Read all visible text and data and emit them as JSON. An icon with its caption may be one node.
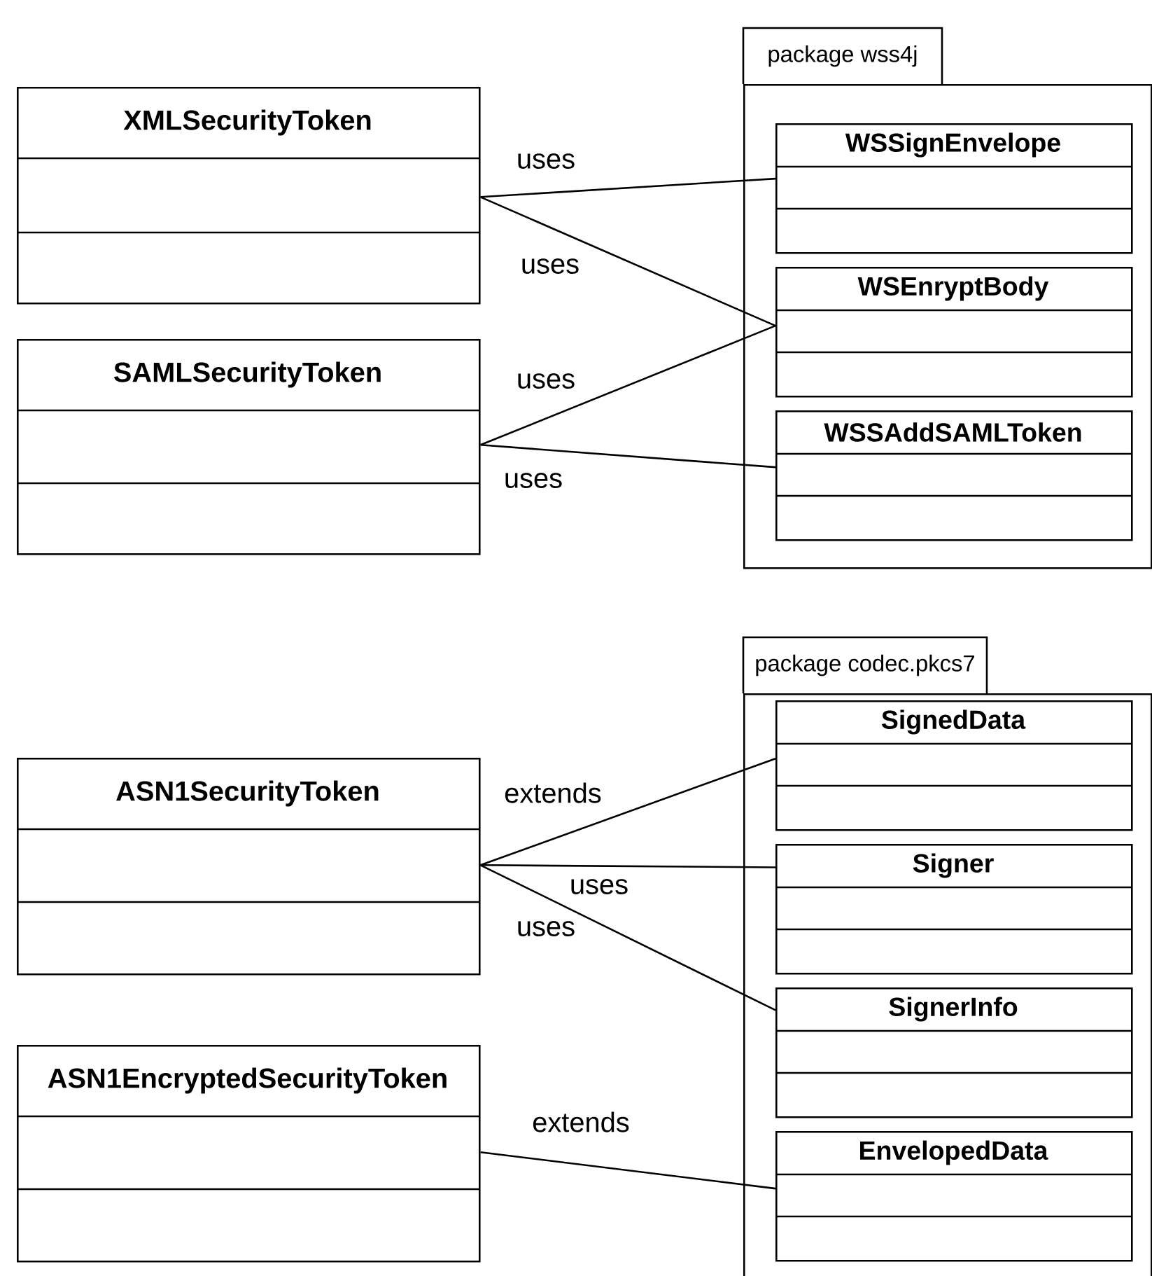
{
  "diagram": {
    "nodes": [
      {
        "text": [
          "XMLSecurityToken"
        ]
      },
      {
        "text": [
          "SAMLSecurityToken"
        ]
      },
      {
        "text": [
          "package wss4j"
        ]
      },
      {
        "text": [
          "WSSignEnvelope"
        ],
        "in": 2
      },
      {
        "text": [
          "WSEnryptBody"
        ],
        "in": 2
      },
      {
        "text": [
          "WSSAddSAMLToken"
        ],
        "in": 2
      },
      {
        "text": [
          "ASN1SecurityToken"
        ]
      },
      {
        "text": [
          "ASN1EncryptedSecurityToken"
        ]
      },
      {
        "text": [
          "package codec.pkcs7"
        ]
      },
      {
        "text": [
          "SignedData"
        ],
        "in": 8
      },
      {
        "text": [
          "Signer"
        ],
        "in": 8
      },
      {
        "text": [
          "SignerInfo"
        ],
        "in": 8
      },
      {
        "text": [
          "EnvelopedData"
        ],
        "in": 8
      }
    ],
    "edges": [
      {
        "from": 0,
        "to": 3,
        "arrow": "none",
        "label": "uses"
      },
      {
        "from": 0,
        "to": 4,
        "arrow": "none",
        "label": "uses"
      },
      {
        "from": 1,
        "to": 4,
        "arrow": "none",
        "label": "uses"
      },
      {
        "from": 1,
        "to": 5,
        "arrow": "none",
        "label": "uses"
      },
      {
        "from": 6,
        "to": 9,
        "arrow": "none",
        "label": "extends"
      },
      {
        "from": 6,
        "to": 10,
        "arrow": "none",
        "label": "uses"
      },
      {
        "from": 6,
        "to": 11,
        "arrow": "none",
        "label": "uses"
      },
      {
        "from": 7,
        "to": 12,
        "arrow": "none",
        "label": "extends"
      }
    ]
  }
}
